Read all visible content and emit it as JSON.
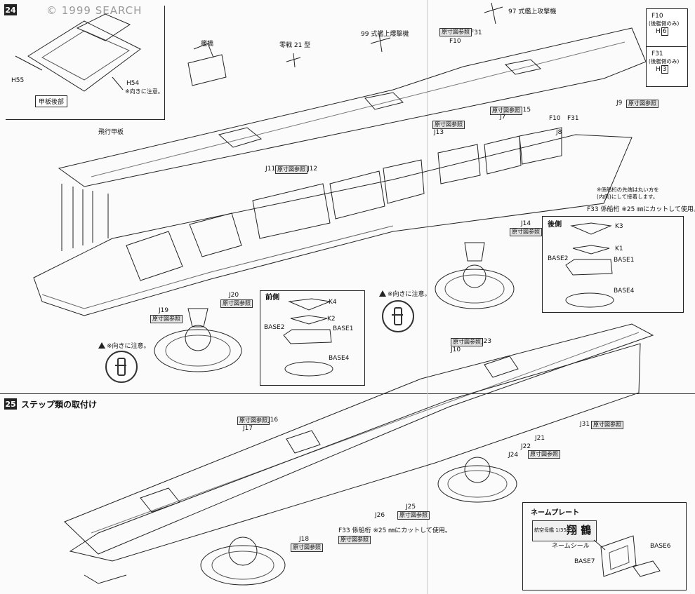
{
  "watermark": "© 1999 SEARCH",
  "step24": {
    "number": "24",
    "inset": {
      "h55": "H55",
      "h54": "H54",
      "warn_orientation": "※向きに注意。",
      "caption": "甲板後部"
    },
    "labels": {
      "bridge": "艦橋",
      "zero_fighter": "零戦 21 型",
      "type99": "99 式艦上爆撃機",
      "type97": "97 式艦上攻撃機",
      "flight_deck": "飛行甲板",
      "f10_top": "F10",
      "f31_top": "F31",
      "f10_mid": "F10",
      "f31_mid": "F31",
      "j7": "J7",
      "j8": "J8",
      "j9": "J9",
      "j11": "J11",
      "j12": "J12",
      "j13": "J13",
      "j14": "J14",
      "j15": "J15",
      "j19": "J19",
      "j20": "J20",
      "f33": "F33 係船桁 ※25 ㎜にカットして使用。"
    },
    "ref_tag": "原寸図参照",
    "sidebox": {
      "f10": "F10",
      "f10_note": "(後艦側のみ)",
      "h6": "H",
      "h6_num": "6",
      "f31": "F31",
      "f31_note": "(後艦側のみ)",
      "h3": "H",
      "h3_num": "3"
    },
    "note_right": [
      "※係船桁の先端は丸い方を",
      "(内側)にして接着します。"
    ],
    "front_stand": {
      "title": "前側",
      "k4": "K4",
      "k2": "K2",
      "base2": "BASE2",
      "base1": "BASE1",
      "base4": "BASE4"
    },
    "rear_stand": {
      "title": "後側",
      "k3": "K3",
      "k1": "K1",
      "base2": "BASE2",
      "base1": "BASE1",
      "base4": "BASE4"
    },
    "warn_left": "※向きに注意。",
    "warn_mid": "※向きに注意。"
  },
  "step25": {
    "number": "25",
    "title": "ステップ類の取付け",
    "labels": {
      "j10": "J10",
      "j16": "J16",
      "j17": "J17",
      "j18": "J18",
      "j21": "J21",
      "j22": "J22",
      "j23": "J23",
      "j24": "J24",
      "j25": "J25",
      "j26": "J26",
      "j31": "J31",
      "f33": "F33 係船桁 ※25 ㎜にカットして使用。"
    },
    "ref_tag": "原寸図参照",
    "nameplate": {
      "title": "ネームプレート",
      "scale_text": "航空母艦 1/350",
      "ship_name": "翔 鶴",
      "seal": "ネームシール",
      "base6": "BASE6",
      "base7": "BASE7"
    }
  }
}
